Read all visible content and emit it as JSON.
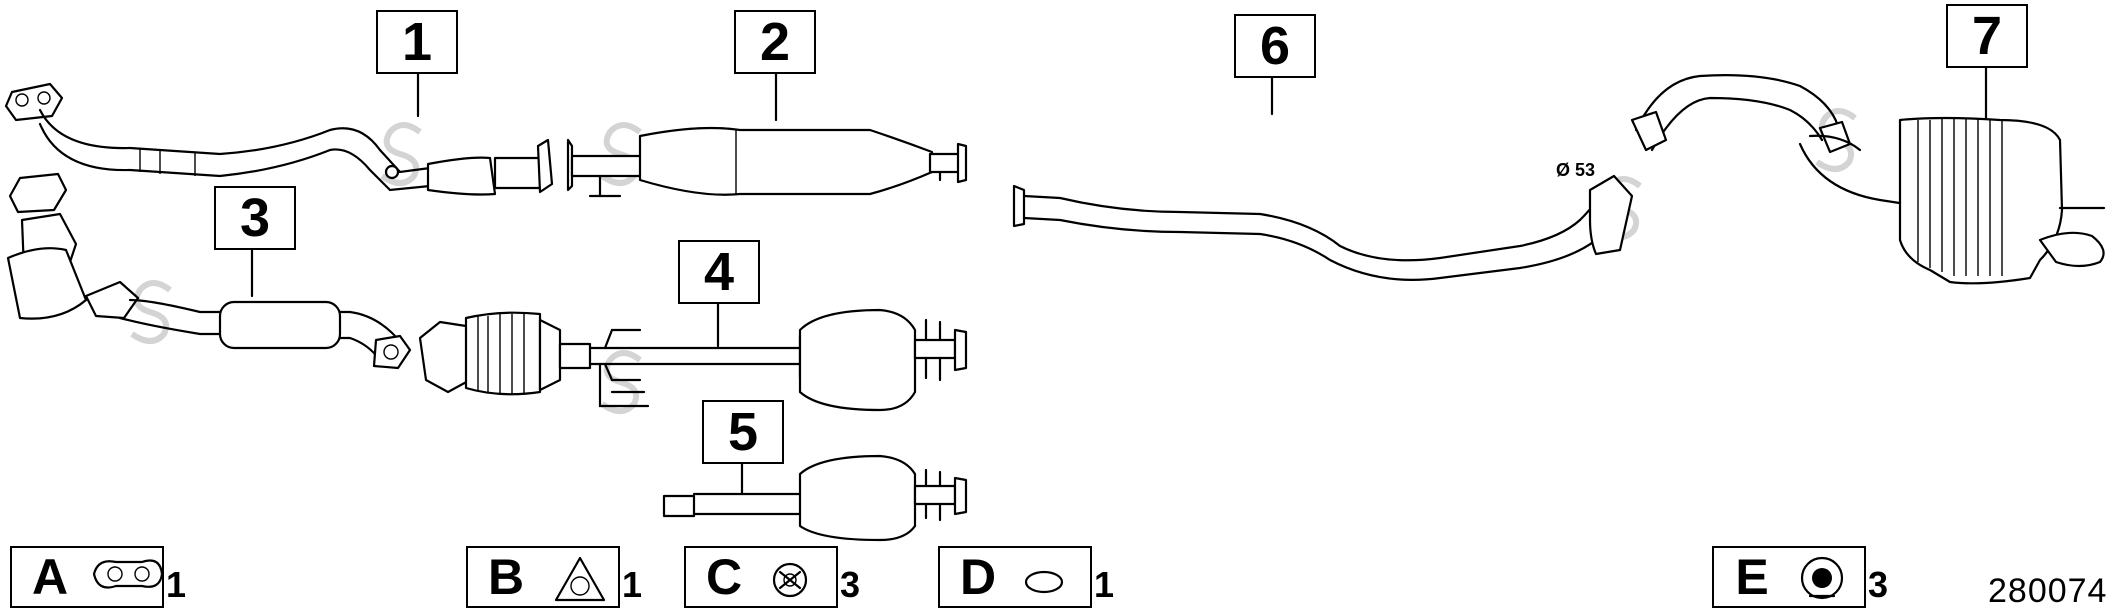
{
  "callouts": {
    "c1": "1",
    "c2": "2",
    "c3": "3",
    "c4": "4",
    "c5": "5",
    "c6": "6",
    "c7": "7"
  },
  "legend": [
    {
      "letter": "A",
      "qty": "1",
      "icon": "manifold-gasket-icon"
    },
    {
      "letter": "B",
      "qty": "1",
      "icon": "triangular-gasket-icon"
    },
    {
      "letter": "C",
      "qty": "3",
      "icon": "rubber-hanger-icon"
    },
    {
      "letter": "D",
      "qty": "1",
      "icon": "ring-gasket-icon"
    },
    {
      "letter": "E",
      "qty": "3",
      "icon": "round-mount-icon"
    }
  ],
  "annotation": {
    "diameter": "Ø 53"
  },
  "document_number": "280074"
}
